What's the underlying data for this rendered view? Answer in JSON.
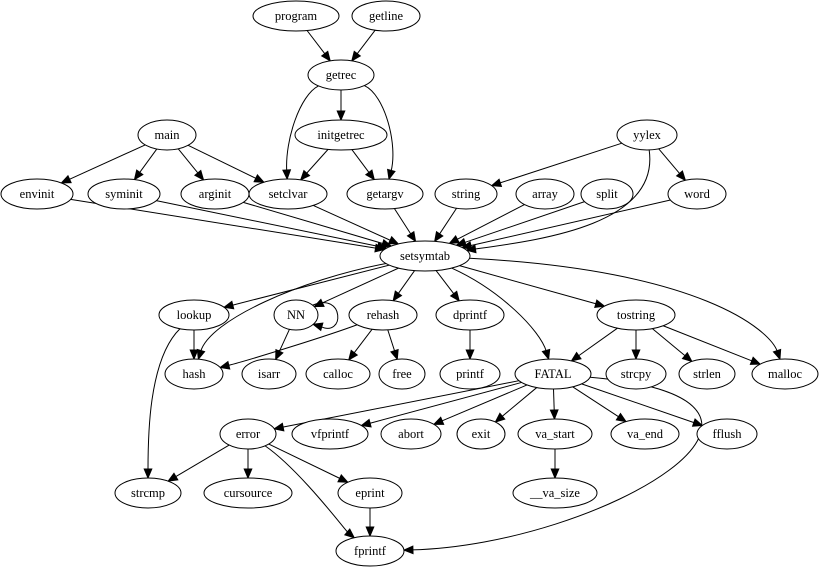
{
  "graph": {
    "nodes": [
      {
        "id": "program",
        "label": "program"
      },
      {
        "id": "getline",
        "label": "getline"
      },
      {
        "id": "getrec",
        "label": "getrec"
      },
      {
        "id": "main",
        "label": "main"
      },
      {
        "id": "initgetrec",
        "label": "initgetrec"
      },
      {
        "id": "yylex",
        "label": "yylex"
      },
      {
        "id": "envinit",
        "label": "envinit"
      },
      {
        "id": "syminit",
        "label": "syminit"
      },
      {
        "id": "arginit",
        "label": "arginit"
      },
      {
        "id": "setclvar",
        "label": "setclvar"
      },
      {
        "id": "getargv",
        "label": "getargv"
      },
      {
        "id": "string",
        "label": "string"
      },
      {
        "id": "array",
        "label": "array"
      },
      {
        "id": "split",
        "label": "split"
      },
      {
        "id": "word",
        "label": "word"
      },
      {
        "id": "setsymtab",
        "label": "setsymtab"
      },
      {
        "id": "lookup",
        "label": "lookup"
      },
      {
        "id": "NN",
        "label": "NN"
      },
      {
        "id": "rehash",
        "label": "rehash"
      },
      {
        "id": "dprintf",
        "label": "dprintf"
      },
      {
        "id": "tostring",
        "label": "tostring"
      },
      {
        "id": "hash",
        "label": "hash"
      },
      {
        "id": "isarr",
        "label": "isarr"
      },
      {
        "id": "calloc",
        "label": "calloc"
      },
      {
        "id": "free",
        "label": "free"
      },
      {
        "id": "printf",
        "label": "printf"
      },
      {
        "id": "FATAL",
        "label": "FATAL"
      },
      {
        "id": "strcpy",
        "label": "strcpy"
      },
      {
        "id": "strlen",
        "label": "strlen"
      },
      {
        "id": "malloc",
        "label": "malloc"
      },
      {
        "id": "error",
        "label": "error"
      },
      {
        "id": "vfprintf",
        "label": "vfprintf"
      },
      {
        "id": "abort",
        "label": "abort"
      },
      {
        "id": "exit",
        "label": "exit"
      },
      {
        "id": "va_start",
        "label": "va_start"
      },
      {
        "id": "va_end",
        "label": "va_end"
      },
      {
        "id": "fflush",
        "label": "fflush"
      },
      {
        "id": "strcmp",
        "label": "strcmp"
      },
      {
        "id": "cursource",
        "label": "cursource"
      },
      {
        "id": "eprint",
        "label": "eprint"
      },
      {
        "id": "__va_size",
        "label": "__va_size"
      },
      {
        "id": "fprintf",
        "label": "fprintf"
      }
    ],
    "edges": [
      {
        "from": "program",
        "to": "getrec"
      },
      {
        "from": "getline",
        "to": "getrec"
      },
      {
        "from": "getrec",
        "to": "initgetrec"
      },
      {
        "from": "getrec",
        "to": "setclvar"
      },
      {
        "from": "getrec",
        "to": "getargv"
      },
      {
        "from": "main",
        "to": "envinit"
      },
      {
        "from": "main",
        "to": "syminit"
      },
      {
        "from": "main",
        "to": "arginit"
      },
      {
        "from": "main",
        "to": "setclvar"
      },
      {
        "from": "initgetrec",
        "to": "setclvar"
      },
      {
        "from": "initgetrec",
        "to": "getargv"
      },
      {
        "from": "yylex",
        "to": "string"
      },
      {
        "from": "yylex",
        "to": "word"
      },
      {
        "from": "yylex",
        "to": "setsymtab"
      },
      {
        "from": "envinit",
        "to": "setsymtab"
      },
      {
        "from": "syminit",
        "to": "setsymtab"
      },
      {
        "from": "arginit",
        "to": "setsymtab"
      },
      {
        "from": "setclvar",
        "to": "setsymtab"
      },
      {
        "from": "getargv",
        "to": "setsymtab"
      },
      {
        "from": "string",
        "to": "setsymtab"
      },
      {
        "from": "array",
        "to": "setsymtab"
      },
      {
        "from": "split",
        "to": "setsymtab"
      },
      {
        "from": "word",
        "to": "setsymtab"
      },
      {
        "from": "setsymtab",
        "to": "lookup"
      },
      {
        "from": "setsymtab",
        "to": "hash"
      },
      {
        "from": "setsymtab",
        "to": "NN"
      },
      {
        "from": "setsymtab",
        "to": "rehash"
      },
      {
        "from": "setsymtab",
        "to": "dprintf"
      },
      {
        "from": "setsymtab",
        "to": "FATAL"
      },
      {
        "from": "setsymtab",
        "to": "tostring"
      },
      {
        "from": "setsymtab",
        "to": "malloc"
      },
      {
        "from": "NN",
        "to": "NN"
      },
      {
        "from": "NN",
        "to": "isarr"
      },
      {
        "from": "lookup",
        "to": "hash"
      },
      {
        "from": "lookup",
        "to": "strcmp"
      },
      {
        "from": "rehash",
        "to": "hash"
      },
      {
        "from": "rehash",
        "to": "calloc"
      },
      {
        "from": "rehash",
        "to": "free"
      },
      {
        "from": "dprintf",
        "to": "printf"
      },
      {
        "from": "tostring",
        "to": "FATAL"
      },
      {
        "from": "tostring",
        "to": "strcpy"
      },
      {
        "from": "tostring",
        "to": "strlen"
      },
      {
        "from": "tostring",
        "to": "malloc"
      },
      {
        "from": "FATAL",
        "to": "error"
      },
      {
        "from": "FATAL",
        "to": "vfprintf"
      },
      {
        "from": "FATAL",
        "to": "abort"
      },
      {
        "from": "FATAL",
        "to": "exit"
      },
      {
        "from": "FATAL",
        "to": "va_start"
      },
      {
        "from": "FATAL",
        "to": "va_end"
      },
      {
        "from": "FATAL",
        "to": "fflush"
      },
      {
        "from": "FATAL",
        "to": "fprintf"
      },
      {
        "from": "va_start",
        "to": "__va_size"
      },
      {
        "from": "error",
        "to": "strcmp"
      },
      {
        "from": "error",
        "to": "cursource"
      },
      {
        "from": "error",
        "to": "eprint"
      },
      {
        "from": "error",
        "to": "fprintf"
      },
      {
        "from": "eprint",
        "to": "fprintf"
      }
    ]
  }
}
